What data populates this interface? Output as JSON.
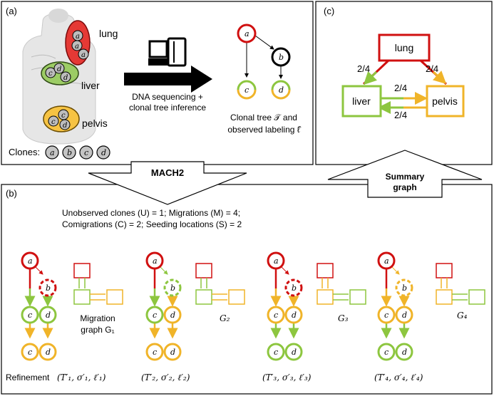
{
  "panel_a": {
    "label": "(a)",
    "organs": {
      "lung": "lung",
      "liver": "liver",
      "pelvis": "pelvis"
    },
    "clones_label": "Clones:",
    "clones": [
      "a",
      "b",
      "c",
      "d"
    ],
    "arrow_caption_1": "DNA sequencing +",
    "arrow_caption_2": "clonal tree inference",
    "tree_caption_1": "Clonal tree 𝒯 and",
    "tree_caption_2": "observed labeling ℓ̂"
  },
  "panel_b": {
    "label": "(b)",
    "method": "MACH2",
    "stats_1": "Unobserved clones (U) = 1; Migrations (M) = 4;",
    "stats_2": "Comigrations (C) = 2; Seeding locations (S) = 2",
    "migration_graph_label_1": "Migration",
    "migration_graph_label_2": "graph G₁",
    "graph_labels": [
      "G₂",
      "G₃",
      "G₄"
    ],
    "refinement_label": "Refinement",
    "refinements": [
      "(T′₁, σ′₁, ℓ′₁)",
      "(T′₂, σ′₂, ℓ′₂)",
      "(T′₃, σ′₃, ℓ′₃)",
      "(T′₄, σ′₄, ℓ′₄)"
    ]
  },
  "panel_c": {
    "label": "(c)",
    "nodes": {
      "lung": "lung",
      "liver": "liver",
      "pelvis": "pelvis"
    },
    "edge_labels": {
      "lung_liver": "2/4",
      "lung_pelvis": "2/4",
      "liver_pelvis": "2/4",
      "pelvis_liver": "2/4"
    },
    "arrow_label_1": "Summary",
    "arrow_label_2": "graph"
  },
  "colors": {
    "lung": "#d01010",
    "liver": "#8dc63f",
    "pelvis": "#f0b429",
    "black": "#000000"
  }
}
